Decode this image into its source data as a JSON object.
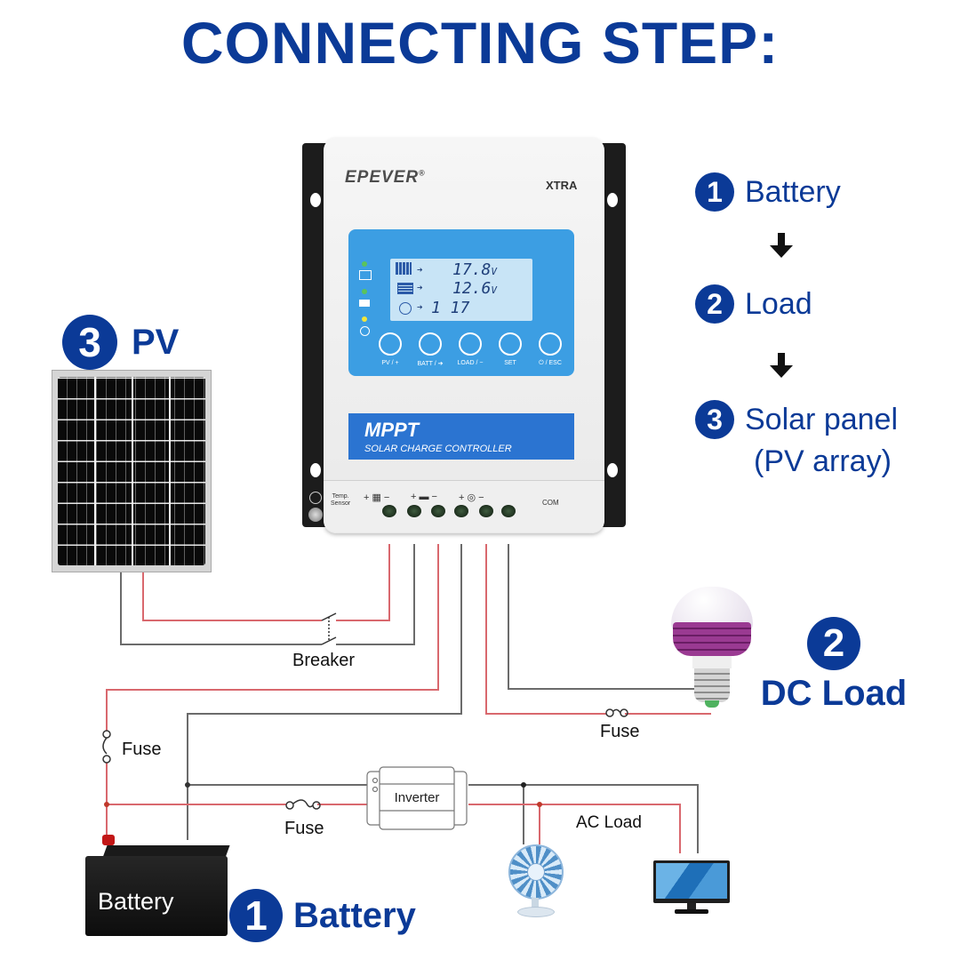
{
  "title": "CONNECTING STEP:",
  "colors": {
    "brand_blue": "#0b3a97",
    "wire_positive": "#d9686e",
    "wire_negative": "#6b6b6b",
    "lcd_blue": "#3a9be0",
    "bulb_purple": "#8e2d83"
  },
  "steps": [
    {
      "number": "1",
      "label": "Battery"
    },
    {
      "number": "2",
      "label": "Load"
    },
    {
      "number": "3",
      "label": "Solar panel",
      "sublabel": "(PV array)"
    }
  ],
  "controller": {
    "brand": "EPEVER",
    "registered": "®",
    "model": "XTRA",
    "type_title": "MPPT",
    "type_subtitle": "SOLAR CHARGE CONTROLLER",
    "lcd": {
      "pv_voltage": "17.8",
      "battery_voltage": "12.6",
      "load_value": "1 17",
      "unit": "V"
    },
    "buttons": [
      "PV / +",
      "BATT / ➔",
      "LOAD / −",
      "SET",
      "⏻ / ESC"
    ],
    "terminals": {
      "temp_sensor": [
        "Temp.",
        "Sensor"
      ],
      "groups": [
        "+ ▦ −",
        "+ ▬ −",
        "+ ◎ −"
      ],
      "com": "COM"
    }
  },
  "components": {
    "pv": {
      "number": "3",
      "label": "PV"
    },
    "dc_load": {
      "number": "2",
      "label": "DC Load"
    },
    "battery": {
      "number": "1",
      "label": "Battery",
      "body_label": "Battery"
    },
    "inverter": "Inverter",
    "ac_load": "AC Load",
    "breaker": "Breaker",
    "fuse_battery": "Fuse",
    "fuse_inverter": "Fuse",
    "fuse_dc_load": "Fuse"
  }
}
